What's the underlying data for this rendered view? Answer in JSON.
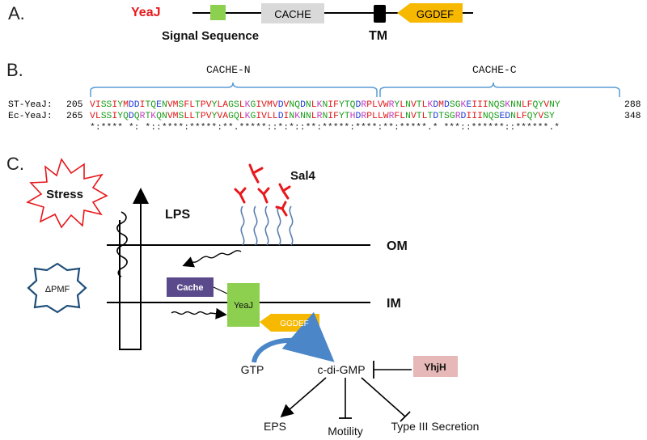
{
  "panel_a": {
    "label": "A.",
    "protein": "YeaJ",
    "cache_label": "CACHE",
    "ggdef_label": "GGDEF",
    "signal_label": "Signal Sequence",
    "tm_label": "TM",
    "colors": {
      "protein": "#e8171b",
      "signal": "#8dd050",
      "cache": "#d9d9d9",
      "tm": "#000000",
      "ggdef": "#f7b800"
    }
  },
  "panel_b": {
    "label": "B.",
    "cache_n": "CACHE-N",
    "cache_c": "CACHE-C",
    "rows": [
      {
        "name": "ST-YeaJ:",
        "start": "205",
        "seq": "VISSIYMDDITQENVMSFLTPVYLAGSLKGIVMVDVNQDNLKNIFYTQDRPLVWRYLNVTLKDMDSGKEIIINQSKNNLFQYVNY",
        "end": "288"
      },
      {
        "name": "Ec-YeaJ:",
        "start": "265",
        "seq": "VLSSIYQDQRTKQNVMSLLTPVYVAGQLKGIVLLDINKNNLRNIFYTHDRPLLWRFLNVTLTDTSGRDIIINQSEDNLFQYVSY",
        "end": "348"
      }
    ],
    "conservation": "*:**** *: *::****:*****:**.*****::*:*::**:*****:****:**:*****.* ***::******::******.*",
    "colors": {
      "bracket": "#5b9bd5",
      "acidic": "#1f3bd6",
      "basic": "#c040c0",
      "hydrophobic": "#e01818",
      "polar": "#1a9e1a"
    }
  },
  "panel_c": {
    "label": "C.",
    "stress": "Stress",
    "sal4": "Sal4",
    "lps": "LPS",
    "om": "OM",
    "im": "IM",
    "pmf": "ΔPMF",
    "cache": "Cache",
    "yeaj": "YeaJ",
    "ggdef": "GGDEF",
    "gtp": "GTP",
    "cdigmp": "c-di-GMP",
    "yhjh": "YhjH",
    "eps": "EPS",
    "motility": "Motility",
    "t3s": "Type III Secretion",
    "colors": {
      "stress": "#e8171b",
      "pmf_border": "#1f4e79",
      "cache_box": "#5b4a8b",
      "yeaj_box": "#8dd050",
      "ggdef_box": "#f7b800",
      "yhjh_box": "#e6b8b7",
      "lipid": "#5b7fb0",
      "sal4": "#e8171b",
      "curve_arrow": "#4a86c8"
    }
  }
}
